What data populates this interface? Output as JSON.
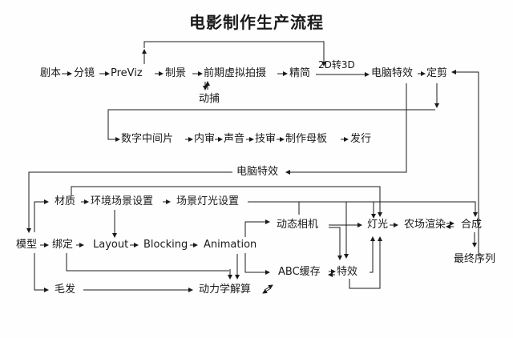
{
  "title": "电影制作生产流程",
  "nodes": {
    "script": "剧本",
    "storyboard": "分镜",
    "previz": "PreViz",
    "set": "制景",
    "virtual_shoot": "前期虚拟拍摄",
    "mocap": "动捕",
    "edit": "精简",
    "conv_label": "2D转3D",
    "vfx_top": "电脑特效",
    "final_cut": "定剪",
    "di": "数字中间片",
    "review": "内审",
    "sound": "声音",
    "tech_review": "技审",
    "master": "制作母板",
    "release": "发行",
    "vfx_mid": "电脑特效",
    "material": "材质",
    "env_set": "环境场景设置",
    "light_set": "场景灯光设置",
    "model": "模型",
    "rig": "绑定",
    "layout": "Layout",
    "blocking": "Blocking",
    "animation": "Animation",
    "camera": "动态相机",
    "lighting": "灯光",
    "render": "农场渲染",
    "comp": "合成",
    "final_seq": "最终序列",
    "abc": "ABC缓存",
    "fx": "特效",
    "hair": "毛发",
    "dynamics": "动力学解算"
  }
}
